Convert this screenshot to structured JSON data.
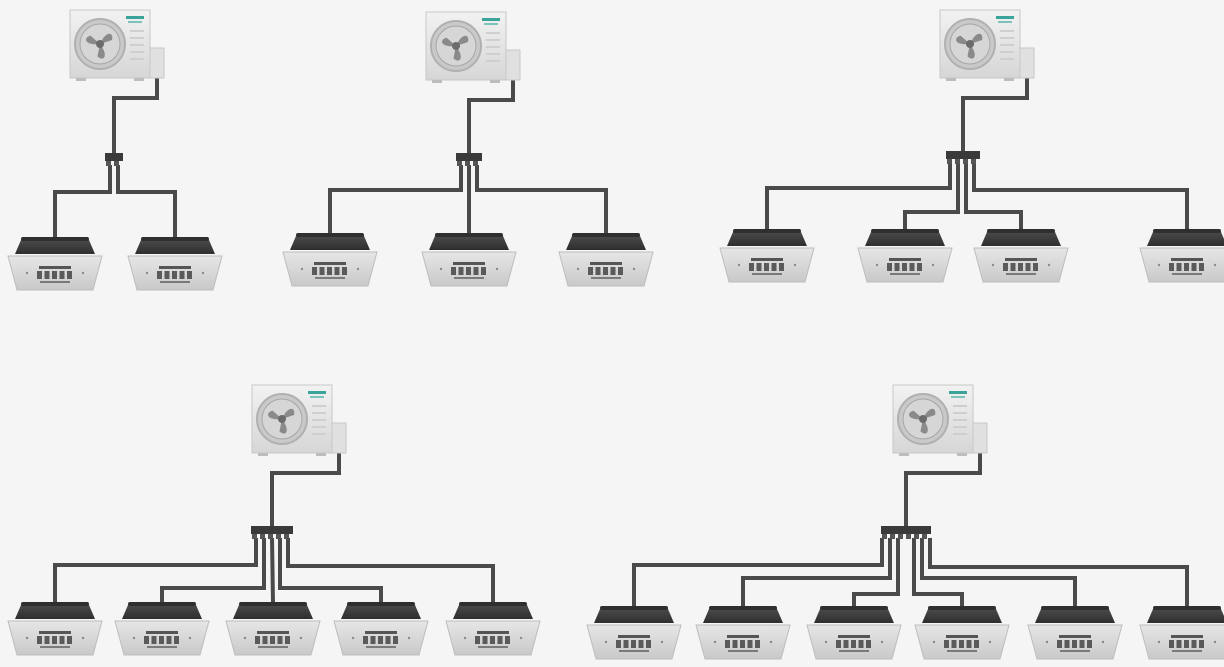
{
  "diagram": {
    "type": "multi-split-air-conditioning-configurations",
    "configurations": [
      {
        "outdoor_units": 1,
        "indoor_units": 2,
        "unit_type": "ceiling-cassette"
      },
      {
        "outdoor_units": 1,
        "indoor_units": 3,
        "unit_type": "ceiling-cassette"
      },
      {
        "outdoor_units": 1,
        "indoor_units": 4,
        "unit_type": "ceiling-cassette"
      },
      {
        "outdoor_units": 1,
        "indoor_units": 5,
        "unit_type": "ceiling-cassette"
      },
      {
        "outdoor_units": 1,
        "indoor_units": 6,
        "unit_type": "ceiling-cassette"
      }
    ]
  },
  "colors": {
    "background": "#f5f5f5",
    "pipe": "#4a4a4a",
    "manifold": "#3a3a3a",
    "outdoor_body": "#e8e8e8",
    "outdoor_edge": "#c8c8c8",
    "fan_blade": "#8a8a8a",
    "fan_ring": "#b0b0b0",
    "brand_stripe": "#3aa39a",
    "cassette_top": "#3b3b3b",
    "cassette_panel": "#d9d9d9",
    "cassette_vent": "#555555"
  },
  "icons": {
    "outdoor": "outdoor-unit-icon",
    "indoor": "ceiling-cassette-icon",
    "manifold": "refrigerant-branch-manifold-icon"
  }
}
